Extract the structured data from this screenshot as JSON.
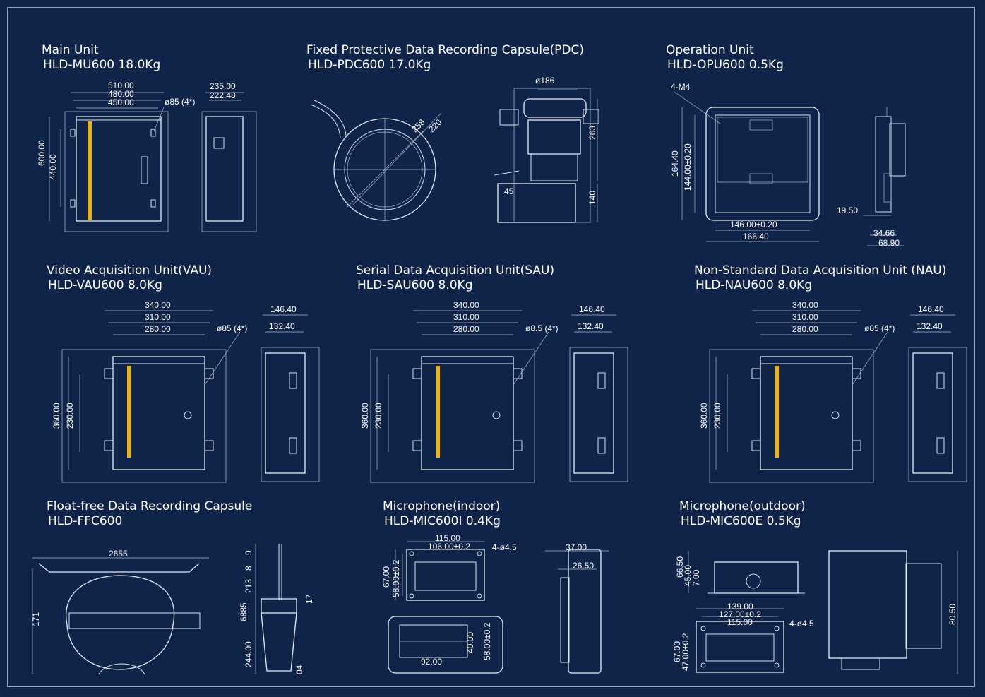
{
  "colors": {
    "background": "#0f2448",
    "line": "#d9e2f2",
    "accent": "#e8b21a"
  },
  "sections": [
    {
      "name": "Main Unit",
      "model": "HLD-MU600  18.0Kg"
    },
    {
      "name": "Fixed Protective Data Recording Capsule(PDC)",
      "model": "HLD-PDC600  17.0Kg"
    },
    {
      "name": "Operation Unit",
      "model": "HLD-OPU600  0.5Kg"
    },
    {
      "name": "Video Acquisition Unit(VAU)",
      "model": "HLD-VAU600  8.0Kg"
    },
    {
      "name": "Serial Data Acquisition Unit(SAU)",
      "model": "HLD-SAU600  8.0Kg"
    },
    {
      "name": "Non-Standard Data Acquisition Unit (NAU)",
      "model": "HLD-NAU600  8.0Kg"
    },
    {
      "name": "Float-free Data Recording Capsule",
      "model": "HLD-FFC600"
    },
    {
      "name": "Microphone(indoor)",
      "model": "HLD-MIC600I  0.4Kg"
    },
    {
      "name": "Microphone(outdoor)",
      "model": "HLD-MIC600E  0.5Kg"
    }
  ],
  "dims": {
    "mu": {
      "w1": "510.00",
      "w2": "480.00",
      "w3": "450.00",
      "hole": "ø85 (4*)",
      "h1": "600.00",
      "h2": "440.00",
      "d1": "235.00",
      "d2": "222.48"
    },
    "pdc": {
      "d1": "258",
      "d2": "220",
      "top": "ø186",
      "h1": "263",
      "h2": "140",
      "base": "45"
    },
    "opu": {
      "hole": "4-M4",
      "h1": "164.40",
      "h2": "144.00±0.20",
      "w1": "146.00±0.20",
      "w2": "166.40",
      "s1": "19.50",
      "s2": "34.66",
      "s3": "68.90"
    },
    "vau": {
      "w1": "340.00",
      "w2": "310.00",
      "w3": "280.00",
      "hole": "ø85 (4*)",
      "h1": "360.00",
      "h2": "230.00",
      "d1": "146.40",
      "d2": "132.40"
    },
    "sau": {
      "w1": "340.00",
      "w2": "310.00",
      "w3": "280.00",
      "hole": "ø8.5 (4*)",
      "h1": "360.00",
      "h2": "230.00",
      "d1": "146.40",
      "d2": "132.40"
    },
    "nau": {
      "w1": "340.00",
      "w2": "310.00",
      "w3": "280.00",
      "hole": "ø85 (4*)",
      "h1": "360.00",
      "h2": "230.00",
      "d1": "146.40",
      "d2": "132.40"
    },
    "ffc": {
      "w": "2655",
      "h": "171",
      "s1": "9",
      "s2": "8",
      "s3": "213",
      "s4": "6885",
      "s5": "244.00",
      "s6": "17",
      "s7": "04"
    },
    "mici": {
      "w1": "115.00",
      "w2": "106.00±0.2",
      "hole": "4-ø4.5",
      "h1": "67.00",
      "h2": "58.00±0.2",
      "d1": "37.00",
      "d2": "26.50",
      "bw": "92.00",
      "bh1": "40.00",
      "bh2": "58.00±0.2"
    },
    "mice": {
      "h1": "66.50",
      "h2": "45.00",
      "h3": "7.00",
      "w1": "139.00",
      "w2": "127.00±0.2",
      "w3": "115.00",
      "hole": "4-ø4.5",
      "bh1": "67.00",
      "bh2": "47.00±0.2",
      "side": "80.50"
    }
  }
}
